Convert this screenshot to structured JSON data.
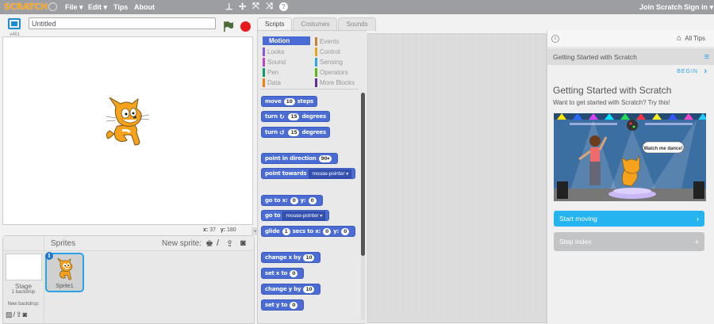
{
  "topbar": {
    "logo": "SCRATCH",
    "menus": [
      "File ▾",
      "Edit ▾",
      "Tips",
      "About"
    ],
    "tools": [
      "duplicate-icon",
      "delete-icon",
      "grow-icon",
      "shrink-icon",
      "help-icon"
    ],
    "join": "Join Scratch",
    "signin": "Sign in ▾"
  },
  "stage": {
    "version": "v461",
    "project_title": "Untitled",
    "coords": {
      "x_label": "x:",
      "x": "37",
      "y_label": "y:",
      "y": "180"
    }
  },
  "sprites_pane": {
    "title": "Sprites",
    "new_sprite_label": "New sprite:",
    "stage_label": "Stage",
    "stage_sub": "1 backdrop",
    "new_backdrop_label": "New backdrop:",
    "sprites": [
      {
        "name": "Sprite1"
      }
    ]
  },
  "tabs": [
    {
      "label": "Scripts",
      "active": true
    },
    {
      "label": "Costumes",
      "active": false
    },
    {
      "label": "Sounds",
      "active": false
    }
  ],
  "categories": [
    {
      "label": "Motion",
      "color": "#4a6cd4",
      "active": true
    },
    {
      "label": "Looks",
      "color": "#8a55d7"
    },
    {
      "label": "Sound",
      "color": "#bb42c3"
    },
    {
      "label": "Pen",
      "color": "#0e9a6c"
    },
    {
      "label": "Data",
      "color": "#ee7d16"
    },
    {
      "label": "Events",
      "color": "#c88330"
    },
    {
      "label": "Control",
      "color": "#e1a91a"
    },
    {
      "label": "Sensing",
      "color": "#2ca5e2"
    },
    {
      "label": "Operators",
      "color": "#5cb712"
    },
    {
      "label": "More Blocks",
      "color": "#632d99"
    }
  ],
  "blocks": {
    "move": {
      "a": "move",
      "n": "10",
      "b": "steps"
    },
    "turn_cw": {
      "a": "turn",
      "icon": "↻",
      "n": "15",
      "b": "degrees"
    },
    "turn_ccw": {
      "a": "turn",
      "icon": "↺",
      "n": "15",
      "b": "degrees"
    },
    "point_dir": {
      "a": "point in direction",
      "n": "90▾"
    },
    "point_towards": {
      "a": "point towards",
      "dd": "mouse-pointer ▾"
    },
    "goto_xy": {
      "a": "go to x:",
      "x": "0",
      "b": "y:",
      "y": "0"
    },
    "goto": {
      "a": "go to",
      "dd": "mouse-pointer ▾"
    },
    "glide": {
      "a": "glide",
      "n": "1",
      "b": "secs to x:",
      "x": "0",
      "c": "y:",
      "y": "0"
    },
    "change_x": {
      "a": "change x by",
      "n": "10"
    },
    "set_x": {
      "a": "set x to",
      "n": "0"
    },
    "change_y": {
      "a": "change y by",
      "n": "10"
    },
    "set_y": {
      "a": "set y to",
      "n": "0"
    }
  },
  "tips": {
    "all_tips": "All Tips",
    "section_title": "Getting Started with Scratch",
    "begin": "BEGIN",
    "heading": "Getting Started with Scratch",
    "subheading": "Want to get started with Scratch? Try this!",
    "image_caption": "Watch me dance!",
    "start_button": "Start moving",
    "step_index": "Step Index"
  },
  "colors": {
    "topbar": "#9c9ea2",
    "motion": "#4a6cd4",
    "tips_accent": "#25b4f0",
    "stop": "#e6171d"
  }
}
